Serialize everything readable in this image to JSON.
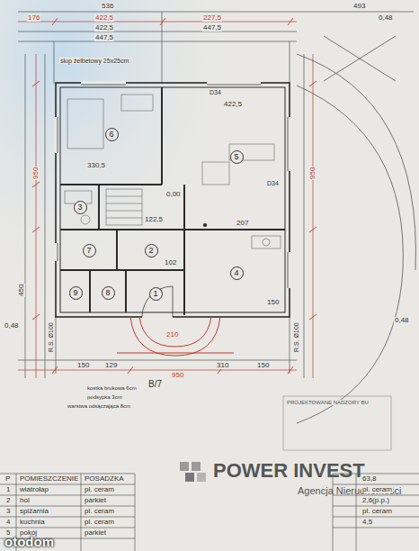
{
  "diagram": {
    "nodes": [
      {
        "text": [
          "1"
        ]
      },
      {
        "text": [
          "2"
        ]
      },
      {
        "text": [
          "3"
        ]
      },
      {
        "text": [
          "4"
        ]
      },
      {
        "text": [
          "5"
        ]
      },
      {
        "text": [
          "6"
        ]
      },
      {
        "text": [
          "7"
        ]
      },
      {
        "text": [
          "8"
        ]
      },
      {
        "text": [
          "9"
        ]
      }
    ],
    "labels": [
      "536",
      "493",
      "176",
      "422,5",
      "227,5",
      "422,5",
      "447,5",
      "447,5",
      "0,48",
      "słup żelbetowy 25x25cm",
      "D34",
      "D34",
      "330,5",
      "422,5",
      "0,00",
      "122,5",
      "207",
      "150",
      "102",
      "210",
      "150",
      "129",
      "950",
      "310",
      "150",
      "R.S. Ø100",
      "R.S. Ø100",
      "450",
      "950",
      "950",
      "0,48",
      "0,48",
      "kostka brukowa 6cm",
      "podsypka 3cm",
      "warstwa odsączająca 8cm",
      "B/7",
      "PROJEKTOWANE NADZORY BU",
      "POWER INVEST",
      "Agencja Nieruchomości",
      "P",
      "POMIESZCZENIE",
      "POSADZKA",
      "1",
      "wiatrołap",
      "pl. ceram",
      "2",
      "hol",
      "parkiet",
      "3",
      "spiżarnia",
      "pl. ceram",
      "4",
      "kuchnia",
      "pl. ceram",
      "5",
      "pokój",
      "parkiet",
      "63,8",
      "pl. ceram",
      "2,6(p.p.)",
      "pl. ceram",
      "4,5",
      "otodom"
    ]
  }
}
